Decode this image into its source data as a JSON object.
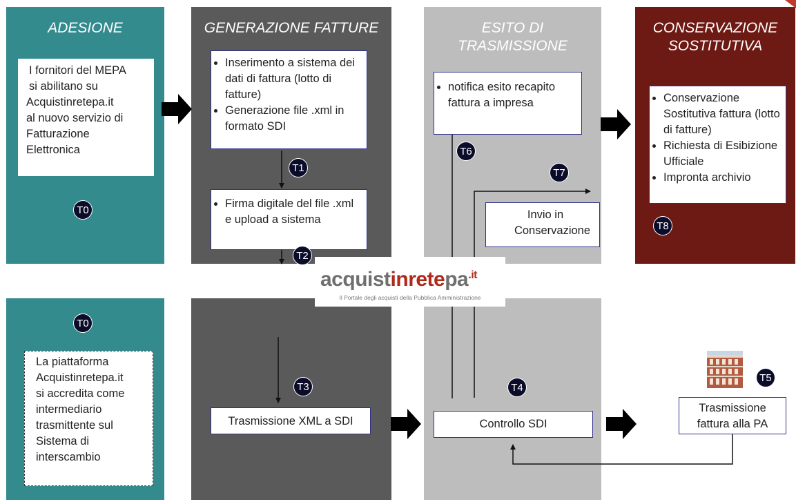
{
  "columns": {
    "adesione": {
      "title": "ADESIONE"
    },
    "generazione": {
      "title": "GENERAZIONE  FATTURE"
    },
    "esito": {
      "title_l1": "ESITO DI",
      "title_l2": "TRASMISSIONE"
    },
    "conservazione": {
      "title_l1": "CONSERVAZIONE",
      "title_l2": "SOSTITUTIVA"
    }
  },
  "boxes": {
    "adesione_text": [
      "I fornitori del MEPA",
      "si abilitano su",
      "Acquistinretepa.it",
      "al nuovo servizio di",
      "Fatturazione",
      "Elettronica"
    ],
    "accredita_text": [
      "La piattaforma",
      "Acquistinretepa.it",
      "si accredita come",
      "intermediario",
      "trasmittente sul",
      "Sistema di",
      "interscambio"
    ],
    "inserimento": [
      "Inserimento a sistema dei  dati di fattura (lotto di fatture)",
      "Generazione file .xml in formato SDI"
    ],
    "firma": [
      "Firma digitale del file .xml  e upload a sistema"
    ],
    "notifica": [
      "notifica esito recapito fattura a impresa"
    ],
    "invio_l1": "Invio in",
    "invio_l2": "Conservazione",
    "conservazione_list": [
      "Conservazione Sostitutiva fattura (lotto di fatture)",
      "Richiesta di Esibizione Ufficiale",
      "Impronta archivio"
    ],
    "trasmissione_xml": "Trasmissione XML a SDI",
    "controllo_sdi": "Controllo SDI",
    "trasmissione_pa_l1": "Trasmissione",
    "trasmissione_pa_l2": "fattura alla PA"
  },
  "badges": {
    "t0_top": "T0",
    "t0_bottom": "T0",
    "t1": "T1",
    "t2": "T2",
    "t3": "T3",
    "t4": "T4",
    "t5": "T5",
    "t6": "T6",
    "t7": "T7",
    "t8": "T8"
  },
  "logo": {
    "part1": "acquist",
    "part2": "inrete",
    "part3": "pa",
    "tld": ".it",
    "tagline": "Il Portale degli acquisti della Pubblica Amministrazione"
  },
  "colors": {
    "teal": "#338b8e",
    "dark_gray": "#5a5a5a",
    "light_gray": "#bdbdbd",
    "maroon": "#6e1a14",
    "badge": "#0b0b2a",
    "box_border": "#2c2f8a",
    "brand_red": "#b02a1c"
  }
}
